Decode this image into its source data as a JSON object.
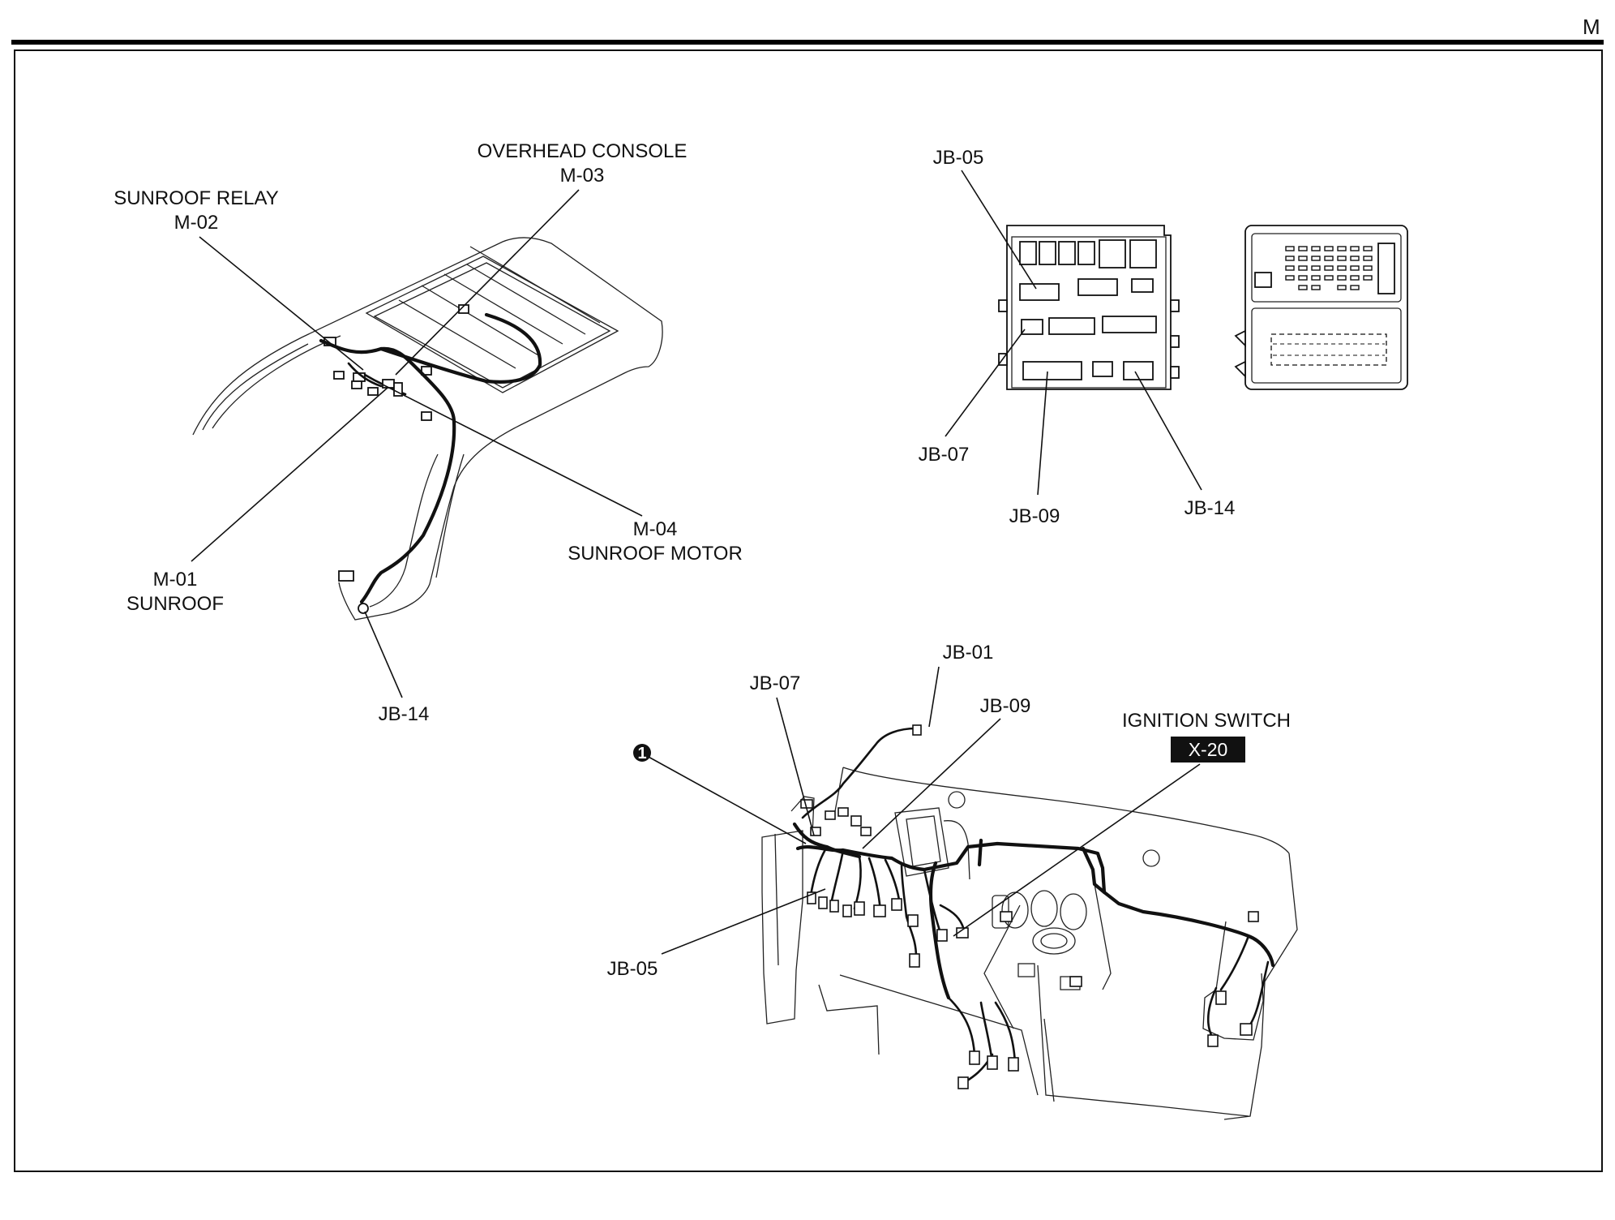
{
  "header": {
    "section_letter": "M"
  },
  "roof_labels": {
    "overhead_console": "OVERHEAD CONSOLE",
    "overhead_console_code": "M-03",
    "sunroof_relay": "SUNROOF RELAY",
    "sunroof_relay_code": "M-02",
    "sunroof_motor_code": "M-04",
    "sunroof_motor": "SUNROOF MOTOR",
    "sunroof_code": "M-01",
    "sunroof": "SUNROOF",
    "jb14": "JB-14"
  },
  "junction_box_labels": {
    "jb05": "JB-05",
    "jb07": "JB-07",
    "jb09": "JB-09",
    "jb14": "JB-14"
  },
  "dash_labels": {
    "jb01": "JB-01",
    "jb07": "JB-07",
    "jb09": "JB-09",
    "jb05": "JB-05",
    "ignition_switch": "IGNITION SWITCH",
    "ignition_switch_code": "X-20",
    "callout_1": "1"
  }
}
